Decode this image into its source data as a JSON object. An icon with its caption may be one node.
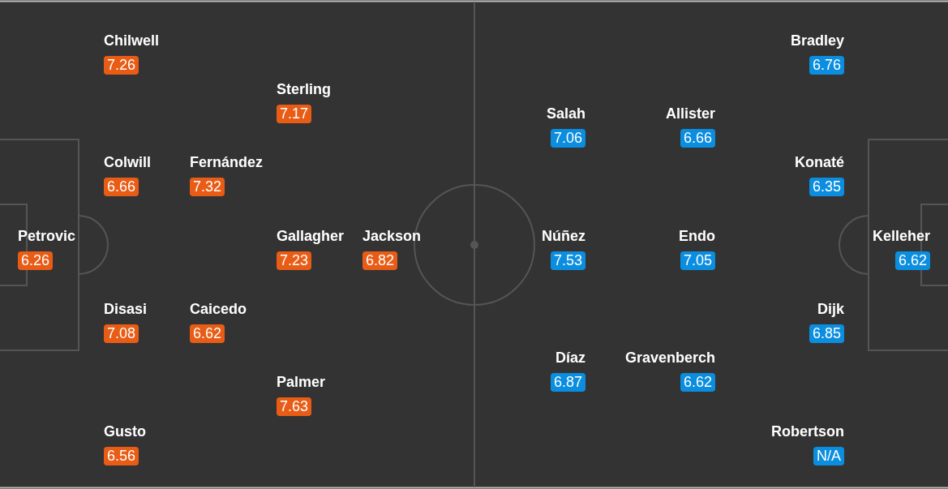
{
  "diagram": {
    "nodes": [
      {
        "text": [
          "Petrovic",
          "6.26"
        ]
      },
      {
        "text": [
          "Chilwell",
          "7.26"
        ]
      },
      {
        "text": [
          "Colwill",
          "6.66"
        ]
      },
      {
        "text": [
          "Disasi",
          "7.08"
        ]
      },
      {
        "text": [
          "Gusto",
          "6.56"
        ]
      },
      {
        "text": [
          "Fernández",
          "7.32"
        ]
      },
      {
        "text": [
          "Caicedo",
          "6.62"
        ]
      },
      {
        "text": [
          "Sterling",
          "7.17"
        ]
      },
      {
        "text": [
          "Gallagher",
          "7.23"
        ]
      },
      {
        "text": [
          "Palmer",
          "7.63"
        ]
      },
      {
        "text": [
          "Jackson",
          "6.82"
        ]
      },
      {
        "text": [
          "Salah",
          "7.06"
        ]
      },
      {
        "text": [
          "Núñez",
          "7.53"
        ]
      },
      {
        "text": [
          "Díaz",
          "6.87"
        ]
      },
      {
        "text": [
          "Allister",
          "6.66"
        ]
      },
      {
        "text": [
          "Endo",
          "7.05"
        ]
      },
      {
        "text": [
          "Gravenberch",
          "6.62"
        ]
      },
      {
        "text": [
          "Bradley",
          "6.76"
        ]
      },
      {
        "text": [
          "Konaté",
          "6.35"
        ]
      },
      {
        "text": [
          "Dijk",
          "6.85"
        ]
      },
      {
        "text": [
          "Robertson",
          "N/A"
        ]
      },
      {
        "text": [
          "Kelleher",
          "6.62"
        ]
      }
    ]
  }
}
